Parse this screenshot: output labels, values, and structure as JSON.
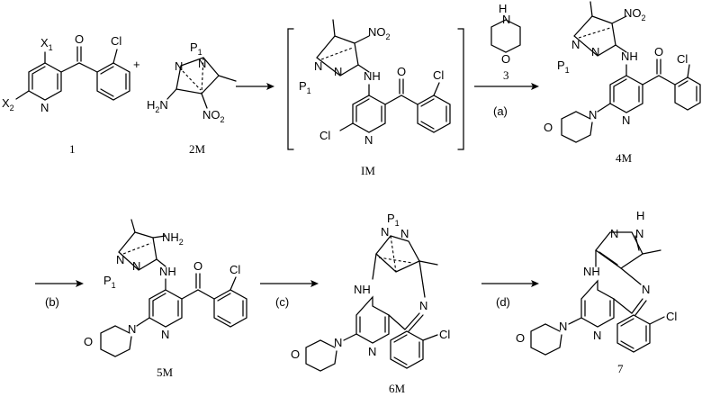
{
  "compounds": {
    "c1": {
      "label": "1",
      "x1": "X",
      "x1_sub": "1",
      "x2": "X",
      "x2_sub": "2",
      "n": "N",
      "o": "O",
      "cl": "Cl"
    },
    "c2m": {
      "label": "2M",
      "p": "P",
      "p_sub": "1",
      "n": "N",
      "n2": "N",
      "amine": "H",
      "amine_sub": "2",
      "amine_n": "N",
      "nitro": "NO",
      "nitro_sub": "2"
    },
    "plus": "+",
    "im": {
      "label": "IM",
      "p": "P",
      "p_sub": "1",
      "n": "N",
      "n2": "N",
      "nh": "NH",
      "nitro": "NO",
      "nitro_sub": "2",
      "o": "O",
      "cl": "Cl",
      "cl2": "Cl",
      "py_n": "N"
    },
    "c3": {
      "label": "3",
      "nh": "H",
      "n": "N",
      "o": "O"
    },
    "c4m": {
      "label": "4M",
      "p": "P",
      "p_sub": "1",
      "n": "N",
      "n2": "N",
      "nh": "NH",
      "nitro": "NO",
      "nitro_sub": "2",
      "o": "O",
      "cl": "Cl",
      "py_n": "N",
      "morph_n": "N",
      "morph_o": "O"
    },
    "c5m": {
      "label": "5M",
      "p": "P",
      "p_sub": "1",
      "n": "N",
      "n2": "N",
      "nh": "NH",
      "amine": "NH",
      "amine_sub": "2",
      "o": "O",
      "cl": "Cl",
      "py_n": "N",
      "morph_n": "N",
      "morph_o": "O"
    },
    "c6m": {
      "label": "6M",
      "p": "P",
      "p_sub": "1",
      "n": "N",
      "n2": "N",
      "nh": "NH",
      "azep_n": "N",
      "cl": "Cl",
      "py_n": "N",
      "morph_n": "N",
      "morph_o": "O"
    },
    "c7": {
      "label": "7",
      "nh": "NH",
      "pz_n": "N",
      "pz_nh": "N",
      "pz_h": "H",
      "azep_n": "N",
      "cl": "Cl",
      "py_n": "N",
      "morph_n": "N",
      "morph_o": "O"
    }
  },
  "conditions": {
    "a": "(a)",
    "b": "(b)",
    "c": "(c)",
    "d": "(d)"
  }
}
